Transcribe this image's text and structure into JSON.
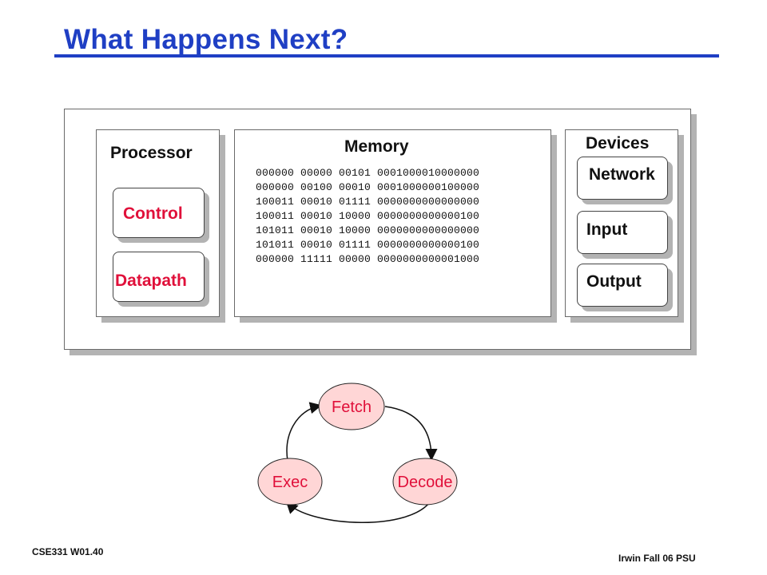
{
  "slide": {
    "title": "What Happens Next?"
  },
  "computer": {
    "processor_label": "Processor",
    "control_label": "Control",
    "datapath_label": "Datapath",
    "memory_label": "Memory",
    "memory_lines": [
      "000000 00000 00101 0001000010000000",
      "000000 00100 00010 0001000000100000",
      "100011 00010 01111 0000000000000000",
      "100011 00010 10000 0000000000000100",
      "101011 00010 10000 0000000000000000",
      "101011 00010 01111 0000000000000100",
      "000000 11111 00000 0000000000001000"
    ],
    "devices_label": "Devices",
    "network_label": "Network",
    "input_label": "Input",
    "output_label": "Output"
  },
  "cycle": {
    "fetch": "Fetch",
    "decode": "Decode",
    "exec": "Exec"
  },
  "footer": {
    "left": "CSE331  W01.40",
    "right": "Irwin Fall 06  PSU"
  },
  "colors": {
    "title": "#1f3fc4",
    "highlight": "#e0103a",
    "cycle_fill": "#ffd6d6"
  }
}
